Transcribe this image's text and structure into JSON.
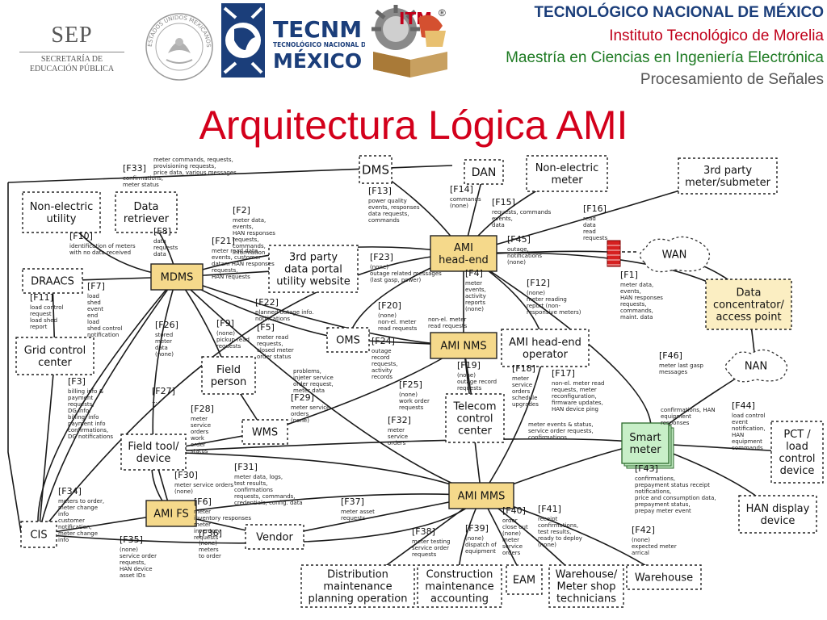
{
  "header": {
    "sep": {
      "abbr": "SEP",
      "line1": "SECRETARÍA DE",
      "line2": "EDUCACIÓN PÚBLICA"
    },
    "seal_text": "ESTADOS UNIDOS MEXICANOS",
    "tecnm": {
      "main": "TECNM",
      "sub": "TECNOLÓGICO NACIONAL DE",
      "country": "MÉXICO"
    },
    "itm_mark": "ITM",
    "registered": "®",
    "institution_lines": [
      "TECNOLÓGICO NACIONAL DE MÉXICO",
      "Instituto Tecnológico de Morelia",
      "Maestría en Ciencias en Ingeniería Electrónica",
      "Procesamiento de Señales"
    ],
    "colors": {
      "navy": "#1b3e7a",
      "red": "#d3001b",
      "green": "#1d7a22"
    }
  },
  "slide_title": "Arquitectura Lógica AMI",
  "diagram": {
    "nodes": [
      {
        "id": "dms",
        "lines": [
          "DMS"
        ]
      },
      {
        "id": "dan",
        "lines": [
          "DAN"
        ]
      },
      {
        "id": "nonelec_meter",
        "lines": [
          "Non-electric",
          "meter"
        ]
      },
      {
        "id": "third_meter",
        "lines": [
          "3rd party",
          "meter/submeter"
        ]
      },
      {
        "id": "nonelec_util",
        "lines": [
          "Non-electric",
          "utility"
        ]
      },
      {
        "id": "data_retriever",
        "lines": [
          "Data",
          "retriever"
        ]
      },
      {
        "id": "ami_headend",
        "lines": [
          "AMI",
          "head-end"
        ]
      },
      {
        "id": "wan",
        "lines": [
          "WAN"
        ]
      },
      {
        "id": "draacs",
        "lines": [
          "DRAACS"
        ]
      },
      {
        "id": "mdms",
        "lines": [
          "MDMS"
        ]
      },
      {
        "id": "third_portal",
        "lines": [
          "3rd party",
          "data portal",
          "utility website"
        ]
      },
      {
        "id": "data_conc",
        "lines": [
          "Data",
          "concentrator/",
          "access point"
        ]
      },
      {
        "id": "grid",
        "lines": [
          "Grid control",
          "center"
        ]
      },
      {
        "id": "oms",
        "lines": [
          "OMS"
        ]
      },
      {
        "id": "ami_nms",
        "lines": [
          "AMI NMS"
        ]
      },
      {
        "id": "headend_op",
        "lines": [
          "AMI head-end",
          "operator"
        ]
      },
      {
        "id": "nan",
        "lines": [
          "NAN"
        ]
      },
      {
        "id": "field_person",
        "lines": [
          "Field",
          "person"
        ]
      },
      {
        "id": "telecom",
        "lines": [
          "Telecom",
          "control",
          "center"
        ]
      },
      {
        "id": "wms",
        "lines": [
          "WMS"
        ]
      },
      {
        "id": "smart_meter",
        "lines": [
          "Smart",
          "meter"
        ]
      },
      {
        "id": "pct",
        "lines": [
          "PCT /",
          "load",
          "control",
          "device"
        ]
      },
      {
        "id": "field_tool",
        "lines": [
          "Field tool/",
          "device"
        ]
      },
      {
        "id": "ami_fs",
        "lines": [
          "AMI FS"
        ]
      },
      {
        "id": "ami_mms",
        "lines": [
          "AMI MMS"
        ]
      },
      {
        "id": "han_display",
        "lines": [
          "HAN display",
          "device"
        ]
      },
      {
        "id": "cis",
        "lines": [
          "CIS"
        ]
      },
      {
        "id": "vendor",
        "lines": [
          "Vendor"
        ]
      },
      {
        "id": "distribution",
        "lines": [
          "Distribution",
          "maintenance",
          "planning operation"
        ]
      },
      {
        "id": "construction",
        "lines": [
          "Construction",
          "maintenance",
          "accounting"
        ]
      },
      {
        "id": "eam",
        "lines": [
          "EAM"
        ]
      },
      {
        "id": "wh_shop",
        "lines": [
          "Warehouse/",
          "Meter shop",
          "technicians"
        ]
      },
      {
        "id": "warehouse",
        "lines": [
          "Warehouse"
        ]
      }
    ],
    "flow_labels": [
      {
        "code": "[F33]",
        "lines": [
          "confirmations,",
          "meter status"
        ]
      },
      {
        "code": "",
        "lines": [
          "meter commands, requests,",
          "provisioning requests,",
          "price data, various messages"
        ]
      },
      {
        "code": "[F14]",
        "lines": [
          "commands",
          "(none)"
        ]
      },
      {
        "code": "[F13]",
        "lines": [
          "power quality",
          "events, responses",
          "data requests,",
          "commands"
        ]
      },
      {
        "code": "[F15]",
        "lines": [
          "requests, commands",
          "events,",
          "data"
        ]
      },
      {
        "code": "[F16]",
        "lines": [
          "read",
          "data",
          "read",
          "requests"
        ]
      },
      {
        "code": "[F10]",
        "lines": [
          "identification of meters",
          "with no data received"
        ]
      },
      {
        "code": "[F8]",
        "lines": [
          "data",
          "requests",
          "data"
        ]
      },
      {
        "code": "[F2]",
        "lines": [
          "meter data,",
          "events,",
          "HAN responses",
          "requests,",
          "commands,",
          "information"
        ]
      },
      {
        "code": "[F45]",
        "lines": [
          "outage,",
          "notifications",
          "(none)"
        ]
      },
      {
        "code": "[F21]",
        "lines": [
          "meter read data,",
          "events, customer",
          "datam HAN responses",
          "requests,",
          "HAN requests"
        ]
      },
      {
        "code": "[F23]",
        "lines": [
          "(none)",
          "outage related messages",
          "(last gasp, power)"
        ]
      },
      {
        "code": "[F7]",
        "lines": [
          "load",
          "shed",
          "event",
          "end",
          "load",
          "shed control",
          "notification"
        ]
      },
      {
        "code": "[F22]",
        "lines": [
          "planned outage info.",
          "notifications"
        ]
      },
      {
        "code": "[F11]",
        "lines": [
          "load control",
          "request",
          "load shed",
          "report"
        ]
      },
      {
        "code": "[F4]",
        "lines": [
          "meter",
          "events,",
          "activity",
          "reports",
          "(none)"
        ]
      },
      {
        "code": "[F12]",
        "lines": [
          "(none)",
          "meter reading",
          "report (non-",
          "responsive meters)"
        ]
      },
      {
        "code": "[F1]",
        "lines": [
          "meter data,",
          "events,",
          "HAN responses",
          "requests,",
          "commands,",
          "maint. data"
        ]
      },
      {
        "code": "[F20]",
        "lines": [
          "(none)",
          "non-el. meter",
          "read requests"
        ]
      },
      {
        "code": "",
        "lines": [
          "non-el. meter",
          "read requests"
        ]
      },
      {
        "code": "[F9]",
        "lines": [
          "(none)",
          "pickup read",
          "requests"
        ]
      },
      {
        "code": "[F26]",
        "lines": [
          "stored",
          "meter",
          "data",
          "(none)"
        ]
      },
      {
        "code": "[F5]",
        "lines": [
          "meter read",
          "requests,",
          "closed meter",
          "order status"
        ]
      },
      {
        "code": "",
        "lines": [
          "problems,",
          "injeter service",
          "order request,",
          "meter data"
        ]
      },
      {
        "code": "[F24]",
        "lines": [
          "outage",
          "record",
          "requests,",
          "activity",
          "records"
        ]
      },
      {
        "code": "[F19]",
        "lines": [
          "(none)",
          "outage record",
          "requests"
        ]
      },
      {
        "code": "[F46]",
        "lines": [
          "meter last gasp",
          "messages"
        ]
      },
      {
        "code": "[F27]",
        "lines": [
          "..."
        ]
      },
      {
        "code": "[F25]",
        "lines": [
          "(none)",
          "work order",
          "requests"
        ]
      },
      {
        "code": "[F18]",
        "lines": [
          "meter",
          "service",
          "orders",
          "schedule",
          "upgrades"
        ]
      },
      {
        "code": "[F17]",
        "lines": [
          "non-el. meter read",
          "requests, meter",
          "reconfiguration,",
          "firmware updates,",
          "HAN device ping"
        ]
      },
      {
        "code": "[F3]",
        "lines": [
          "billing info &",
          "payment",
          "requests,",
          "DG info.",
          "billingi info",
          "payment info",
          "confirmations,",
          "DG notifications"
        ]
      },
      {
        "code": "[F29]",
        "lines": [
          "meter service",
          "orders",
          "(none)"
        ]
      },
      {
        "code": "[F28]",
        "lines": [
          "meter",
          "service",
          "orders",
          "work",
          "order",
          "status"
        ]
      },
      {
        "code": "[F32]",
        "lines": [
          "meter",
          "service",
          "orders"
        ]
      },
      {
        "code": "",
        "lines": [
          "meter events & status,",
          "service order requests,",
          "confirmations"
        ]
      },
      {
        "code": "",
        "lines": [
          "confirmations, HAN",
          "equipment",
          "responses"
        ]
      },
      {
        "code": "[F44]",
        "lines": [
          "load control",
          "event",
          "notification,",
          "HAN",
          "equipment",
          "commands"
        ]
      },
      {
        "code": "[F31]",
        "lines": [
          "meter data, logs,",
          "test results,",
          "confirmations",
          "requests, commands,",
          "credentials, config. data"
        ]
      },
      {
        "code": "[F30]",
        "lines": [
          "meter service orders",
          "(none)"
        ]
      },
      {
        "code": "[F43]",
        "lines": [
          "confirmations,",
          "prepayment status receipt",
          "notifications,",
          "price and consumption data,",
          "prepayment status,",
          "prepay meter event"
        ]
      },
      {
        "code": "[F34]",
        "lines": [
          "meters to order,",
          "meter change",
          "info",
          "customer",
          "notification,",
          "meter change",
          "info"
        ]
      },
      {
        "code": "[F6]",
        "lines": [
          "meter",
          "inventory responses",
          "meter",
          "inventory",
          "requests"
        ]
      },
      {
        "code": "[F37]",
        "lines": [
          "meter asset",
          "requests"
        ]
      },
      {
        "code": "[F36]",
        "lines": [
          "(none)",
          "meters",
          "to order"
        ]
      },
      {
        "code": "[F40]",
        "lines": [
          "order",
          "close out",
          "(none)",
          "meter",
          "service",
          "orders"
        ]
      },
      {
        "code": "[F41]",
        "lines": [
          "receipt",
          "confirmations,",
          "test results,",
          "ready to deploy",
          "(none)"
        ]
      },
      {
        "code": "[F42]",
        "lines": [
          "(none)",
          "expected meter",
          "arrical"
        ]
      },
      {
        "code": "[F35]",
        "lines": [
          "(none)",
          "service order",
          "requests,",
          "HAN device",
          "asset IDs"
        ]
      },
      {
        "code": "[F38]",
        "lines": [
          "meter testing",
          "service order",
          "requests"
        ]
      },
      {
        "code": "[F39]",
        "lines": [
          "(none)",
          "dispatch of",
          "equipment"
        ]
      }
    ]
  }
}
